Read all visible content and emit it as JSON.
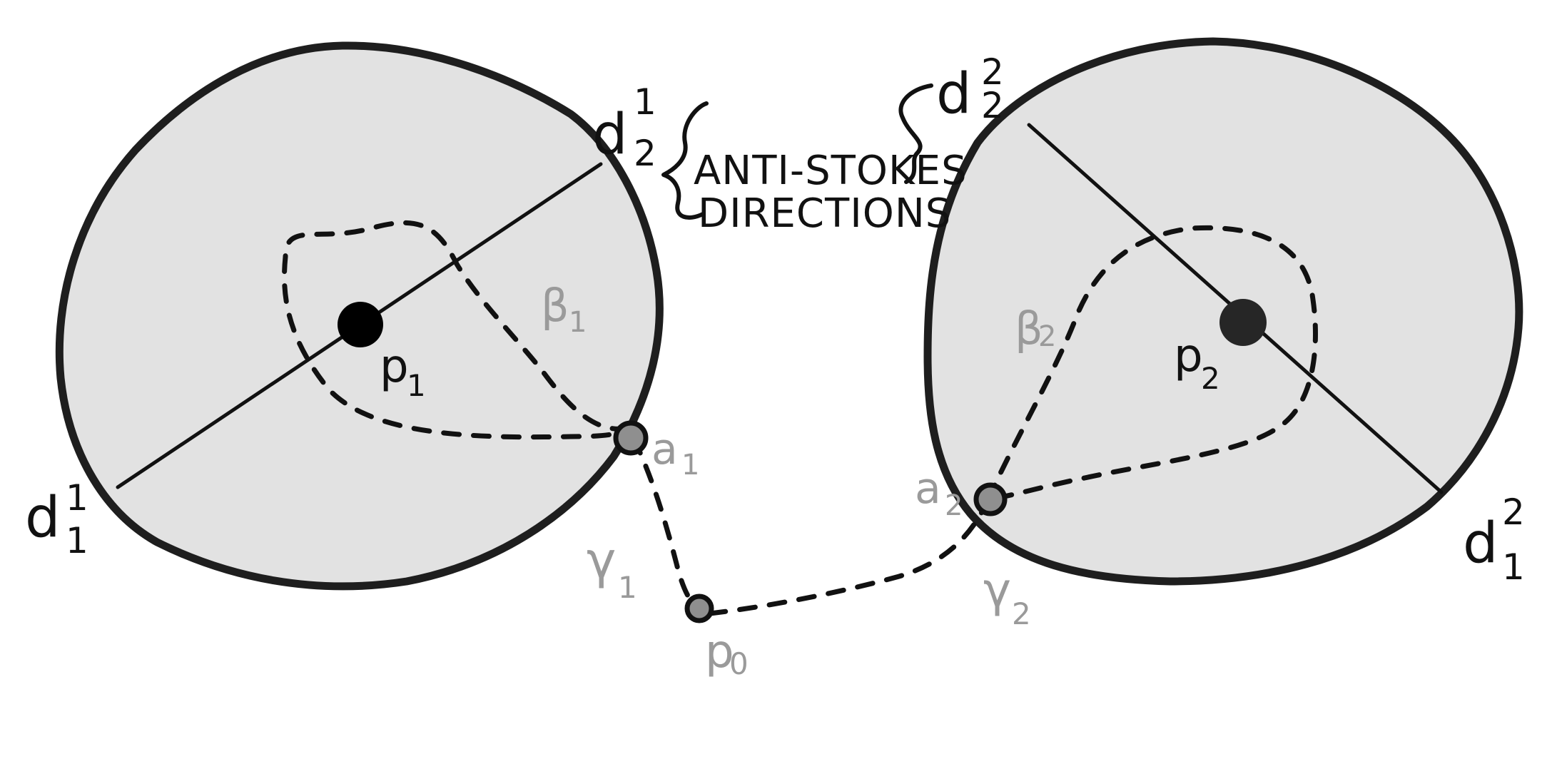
{
  "labels": {
    "d_left_1": {
      "base": "d",
      "sub": "1",
      "sup": "1"
    },
    "d_left_2": {
      "base": "d",
      "sub": "2",
      "sup": "1"
    },
    "d_right_2": {
      "base": "d",
      "sub": "2",
      "sup": "2"
    },
    "d_right_1": {
      "base": "d",
      "sub": "1",
      "sup": "2"
    },
    "anti_stokes_line1": "ANTI-STOKES",
    "anti_stokes_line2": "DIRECTIONS",
    "p1": {
      "base": "p",
      "sub": "1"
    },
    "p2": {
      "base": "p",
      "sub": "2"
    },
    "p0": {
      "base": "p",
      "sub": "0"
    },
    "beta1": {
      "base": "β",
      "sub": "1"
    },
    "beta2": {
      "base": "β",
      "sub": "2"
    },
    "a1": {
      "base": "a",
      "sub": "1"
    },
    "a2": {
      "base": "a",
      "sub": "2"
    },
    "gamma1": {
      "base": "γ",
      "sub": "1"
    },
    "gamma2": {
      "base": "γ",
      "sub": "2"
    }
  },
  "colors": {
    "disk_fill": "#e2e2e2",
    "ink": "#111111",
    "grey_label": "#9a9a9a",
    "base_point": "#8f8f8f"
  }
}
